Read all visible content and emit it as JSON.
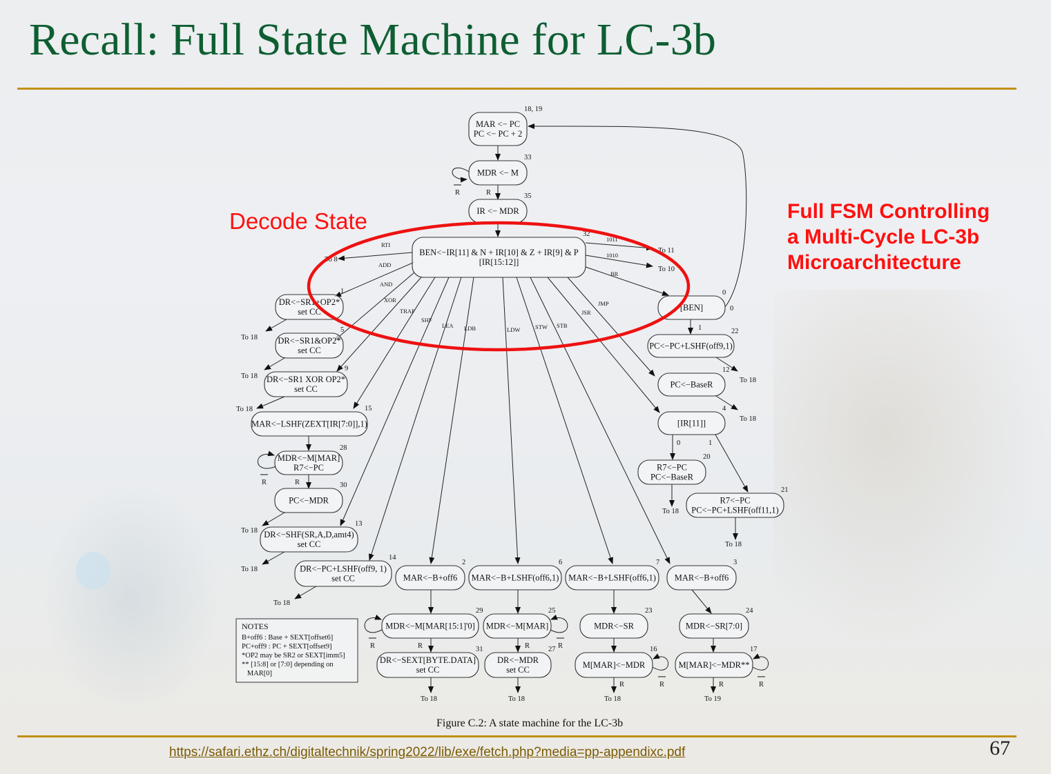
{
  "slide": {
    "title": "Recall: Full State Machine for LC-3b",
    "decode_callout": "Decode State",
    "side_callout": [
      "Full FSM Controlling",
      "a Multi-Cycle LC-3b",
      "Microarchitecture"
    ],
    "figure_caption": "Figure C.2: A state machine for the LC-3b",
    "source_link": "https://safari.ethz.ch/digitaltechnik/spring2022/lib/exe/fetch.php?media=pp-appendixc.pdf",
    "page_number": "67",
    "colors": {
      "title": "#0e5e32",
      "accent_rule": "#c0900e",
      "callout": "#ff1010",
      "link": "#7a5a05"
    }
  },
  "fsm": {
    "states": [
      {
        "id": "18-19",
        "num": "18, 19",
        "lines": [
          "MAR <− PC",
          "PC <− PC + 2"
        ]
      },
      {
        "id": "33",
        "num": "33",
        "lines": [
          "MDR <− M"
        ]
      },
      {
        "id": "35",
        "num": "35",
        "lines": [
          "IR <− MDR"
        ]
      },
      {
        "id": "32",
        "num": "32",
        "lines": [
          "BEN<−IR[11] & N + IR[10] & Z + IR[9] & P",
          "[IR[15:12]]"
        ]
      },
      {
        "id": "1",
        "num": "1",
        "lines": [
          "DR<−SR1+OP2*",
          "set CC"
        ]
      },
      {
        "id": "5",
        "num": "5",
        "lines": [
          "DR<−SR1&OP2*",
          "set CC"
        ]
      },
      {
        "id": "9",
        "num": "9",
        "lines": [
          "DR<−SR1 XOR OP2*",
          "set CC"
        ]
      },
      {
        "id": "15",
        "num": "15",
        "lines": [
          "MAR<−LSHF(ZEXT[IR[7:0]],1)"
        ]
      },
      {
        "id": "28",
        "num": "28",
        "lines": [
          "MDR<−M[MAR]",
          "R7<−PC"
        ]
      },
      {
        "id": "30",
        "num": "30",
        "lines": [
          "PC<−MDR"
        ]
      },
      {
        "id": "13",
        "num": "13",
        "lines": [
          "DR<−SHF(SR,A,D,amt4)",
          "set CC"
        ]
      },
      {
        "id": "14",
        "num": "14",
        "lines": [
          "DR<−PC+LSHF(off9, 1)",
          "set CC"
        ]
      },
      {
        "id": "0",
        "num": "0",
        "lines": [
          "[BEN]"
        ]
      },
      {
        "id": "22",
        "num": "22",
        "lines": [
          "PC<−PC+LSHF(off9,1)"
        ]
      },
      {
        "id": "12",
        "num": "12",
        "lines": [
          "PC<−BaseR"
        ]
      },
      {
        "id": "4",
        "num": "4",
        "lines": [
          "[IR[11]]"
        ]
      },
      {
        "id": "20",
        "num": "20",
        "lines": [
          "R7<−PC",
          "PC<−BaseR"
        ]
      },
      {
        "id": "21",
        "num": "21",
        "lines": [
          "R7<−PC",
          "PC<−PC+LSHF(off11,1)"
        ]
      },
      {
        "id": "2",
        "num": "2",
        "lines": [
          "MAR<−B+off6"
        ]
      },
      {
        "id": "6",
        "num": "6",
        "lines": [
          "MAR<−B+LSHF(off6,1)"
        ]
      },
      {
        "id": "7",
        "num": "7",
        "lines": [
          "MAR<−B+LSHF(off6,1)"
        ]
      },
      {
        "id": "3",
        "num": "3",
        "lines": [
          "MAR<−B+off6"
        ]
      },
      {
        "id": "29",
        "num": "29",
        "lines": [
          "MDR<−M[MAR[15:1]'0]"
        ]
      },
      {
        "id": "25",
        "num": "25",
        "lines": [
          "MDR<−M[MAR]"
        ]
      },
      {
        "id": "23",
        "num": "23",
        "lines": [
          "MDR<−SR"
        ]
      },
      {
        "id": "24",
        "num": "24",
        "lines": [
          "MDR<−SR[7:0]"
        ]
      },
      {
        "id": "31",
        "num": "31",
        "lines": [
          "DR<−SEXT[BYTE.DATA]",
          "set CC"
        ]
      },
      {
        "id": "27",
        "num": "27",
        "lines": [
          "DR<−MDR",
          "set CC"
        ]
      },
      {
        "id": "16",
        "num": "16",
        "lines": [
          "M[MAR]<−MDR"
        ]
      },
      {
        "id": "17",
        "num": "17",
        "lines": [
          "M[MAR]<−MDR**"
        ]
      }
    ],
    "edge_labels": [
      "RTI",
      "ADD",
      "AND",
      "XOR",
      "TRAP",
      "SHF",
      "LEA",
      "LDB",
      "LDW",
      "STW",
      "STB",
      "JSR",
      "JMP",
      "BR",
      "1011",
      "1010"
    ],
    "condition_labels": {
      "ready": "R",
      "not_ready": "R",
      "ben_true": "1",
      "ben_false": "0",
      "ir11_zero": "0",
      "ir11_one": "1"
    },
    "exits": {
      "to8": "To 8",
      "to10": "To 10",
      "to11": "To 11",
      "to18": "To 18",
      "to19": "To 19"
    },
    "notes": {
      "title": "NOTES",
      "lines": [
        "B+off6 : Base + SEXT[offset6]",
        "PC+off9 : PC + SEXT[offset9]",
        "*OP2 may be SR2 or SEXT[imm5]",
        "** [15:8] or [7:0] depending on",
        "   MAR[0]"
      ]
    }
  }
}
